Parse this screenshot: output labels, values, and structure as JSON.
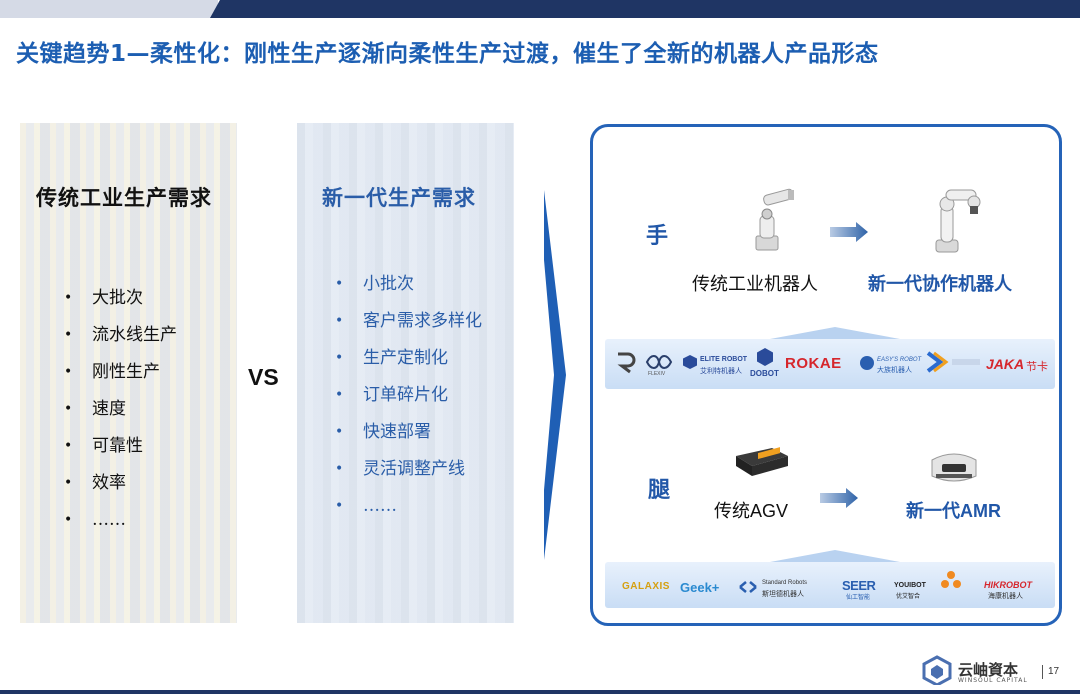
{
  "title": "关键趋势1—柔性化：刚性生产逐渐向柔性生产过渡，催生了全新的机器人产品形态",
  "left_panel": {
    "heading": "传统工业生产需求",
    "items": [
      "大批次",
      "流水线生产",
      "刚性生产",
      "速度",
      "可靠性",
      "效率",
      "……"
    ]
  },
  "vs_label": "VS",
  "right_panel": {
    "heading": "新一代生产需求",
    "items": [
      "小批次",
      "客户需求多样化",
      "生产定制化",
      "订单碎片化",
      "快速部署",
      "灵活调整产线",
      "……"
    ]
  },
  "hand": {
    "label": "手",
    "traditional": "传统工业机器人",
    "new": "新一代协作机器人",
    "logos": [
      "ELITE ROBOT",
      "艾利特机器人",
      "DOBOT",
      "ROKAE",
      "EASY'S ROBOT",
      "大族机器人",
      "JAKA",
      "节卡",
      "FLEXIV"
    ]
  },
  "leg": {
    "label": "腿",
    "traditional": "传统AGV",
    "new": "新一代AMR",
    "logos": [
      "GALAXIS",
      "Geek+",
      "Standard Robots",
      "斯坦德机器人",
      "SEER",
      "仙工智能",
      "YOUIBOT",
      "优艾智合",
      "HIKROBOT",
      "海康机器人"
    ]
  },
  "footer": {
    "brand": "云岫資本",
    "brand_sub": "WINSOUL CAPITAL",
    "page": "17"
  },
  "colors": {
    "title": "#1c5eb2",
    "accent": "#2157a8",
    "border": "#2563b8",
    "navy": "#1f3564"
  }
}
